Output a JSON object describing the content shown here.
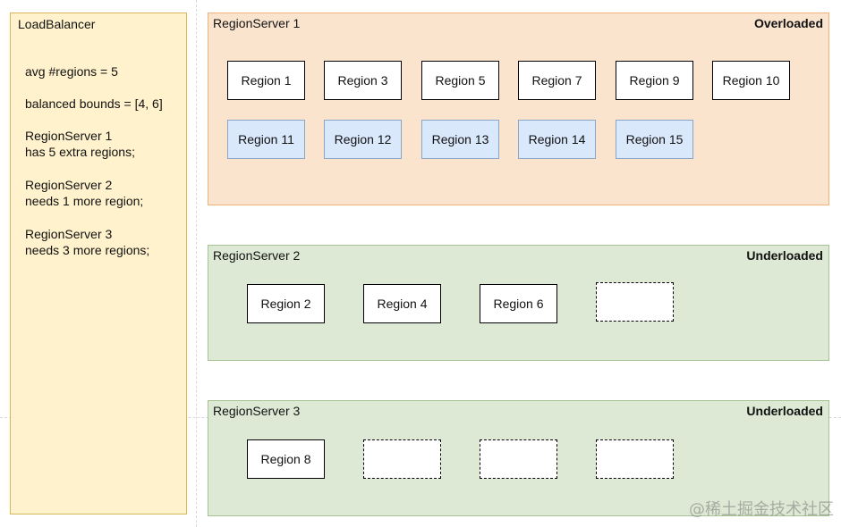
{
  "load_balancer": {
    "title": "LoadBalancer",
    "lines": [
      "avg #regions = 5",
      "balanced bounds = [4, 6]",
      "RegionServer 1",
      "has 5 extra regions;",
      "RegionServer 2",
      "needs 1 more region;",
      "RegionServer 3",
      "needs 3 more regions;"
    ]
  },
  "servers": [
    {
      "name": "RegionServer 1",
      "status": "Overloaded",
      "regions": [
        "Region 1",
        "Region 3",
        "Region 5",
        "Region 7",
        "Region 9",
        "Region 10"
      ],
      "extra_regions": [
        "Region 11",
        "Region 12",
        "Region 13",
        "Region 14",
        "Region 15"
      ],
      "empty_slots": 0
    },
    {
      "name": "RegionServer 2",
      "status": "Underloaded",
      "regions": [
        "Region 2",
        "Region 4",
        "Region 6"
      ],
      "extra_regions": [],
      "empty_slots": 1
    },
    {
      "name": "RegionServer 3",
      "status": "Underloaded",
      "regions": [
        "Region 8"
      ],
      "extra_regions": [],
      "empty_slots": 3
    }
  ],
  "watermark": "@稀土掘金技术社区",
  "colors": {
    "load_balancer_fill": "#fff2cc",
    "overloaded_fill": "#fbe4ce",
    "underloaded_fill": "#dde9d5",
    "extra_region_fill": "#dae8fc"
  }
}
